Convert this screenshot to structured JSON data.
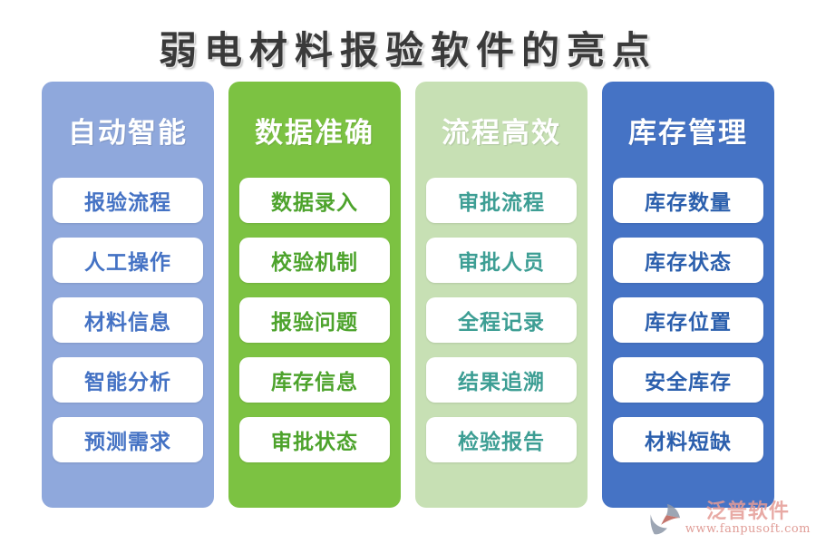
{
  "title": "弱电材料报验软件的亮点",
  "header_text_color": "#FFFFFF",
  "columns": [
    {
      "title": "自动智能",
      "bg_color": "#8FA8DC",
      "item_text_color": "#4472C4",
      "items": [
        "报验流程",
        "人工操作",
        "材料信息",
        "智能分析",
        "预测需求"
      ]
    },
    {
      "title": "数据准确",
      "bg_color": "#7CC242",
      "item_text_color": "#4DA32C",
      "items": [
        "数据录入",
        "校验机制",
        "报验问题",
        "库存信息",
        "审批状态"
      ]
    },
    {
      "title": "流程高效",
      "bg_color": "#C7E0B4",
      "item_text_color": "#3D9E94",
      "items": [
        "审批流程",
        "审批人员",
        "全程记录",
        "结果追溯",
        "检验报告"
      ]
    },
    {
      "title": "库存管理",
      "bg_color": "#4573C5",
      "item_text_color": "#2B5FAD",
      "items": [
        "库存数量",
        "库存状态",
        "库存位置",
        "安全库存",
        "材料短缺"
      ]
    }
  ],
  "watermark": {
    "icon": "fanpu-swirl-icon",
    "brand": "泛普软件",
    "url": "www.fanpusoft.com",
    "brand_color": "#E59C96",
    "url_color": "#DB8C85",
    "icon_gray": "#8D97A8",
    "icon_red": "#BA5F55"
  }
}
